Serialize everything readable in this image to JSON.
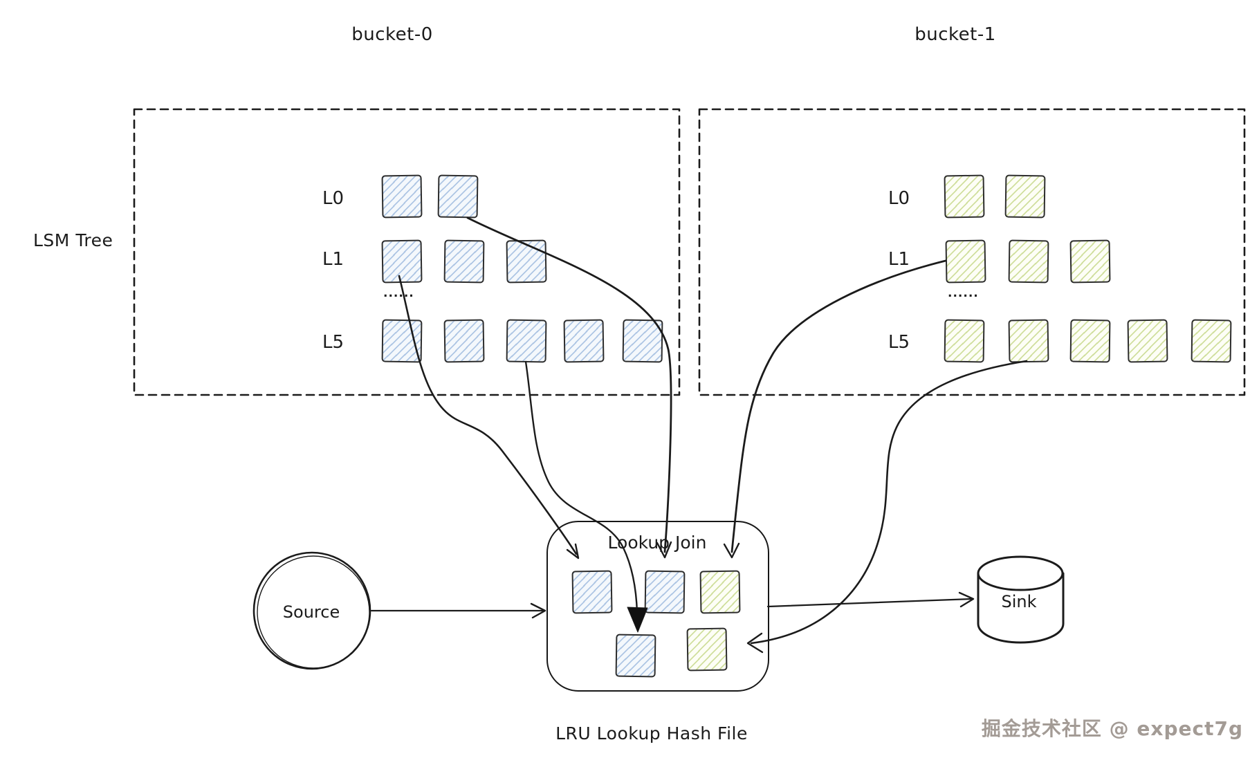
{
  "titles": {
    "bucket0": "bucket-0",
    "bucket1": "bucket-1",
    "lsm_tree": "LSM Tree",
    "lookup_join": "Lookup Join",
    "caption": "LRU Lookup Hash File",
    "source": "Source",
    "sink": "Sink",
    "watermark": "掘金技术社区 @ expect7g"
  },
  "buckets": [
    {
      "title": "bucket-0",
      "ellipsis": "......",
      "file_color": "#a9c6e8",
      "levels": [
        {
          "label": "L0",
          "files": 2
        },
        {
          "label": "L1",
          "files": 3
        },
        {
          "label": "L5",
          "files": 5
        }
      ]
    },
    {
      "title": "bucket-1",
      "ellipsis": "......",
      "file_color": "#c9da82",
      "levels": [
        {
          "label": "L0",
          "files": 2
        },
        {
          "label": "L1",
          "files": 3
        },
        {
          "label": "L5",
          "files": 5
        }
      ]
    }
  ],
  "lookup_join": {
    "title": "Lookup Join",
    "slots_top": [
      "blue",
      "blue",
      "green"
    ],
    "slots_bottom": [
      "blue",
      "green"
    ]
  },
  "colors": {
    "blue_hatch": "#a9c6e8",
    "green_hatch": "#c9da82",
    "stroke": "#1b1b1b",
    "watermark_gray": "#a39b95"
  }
}
